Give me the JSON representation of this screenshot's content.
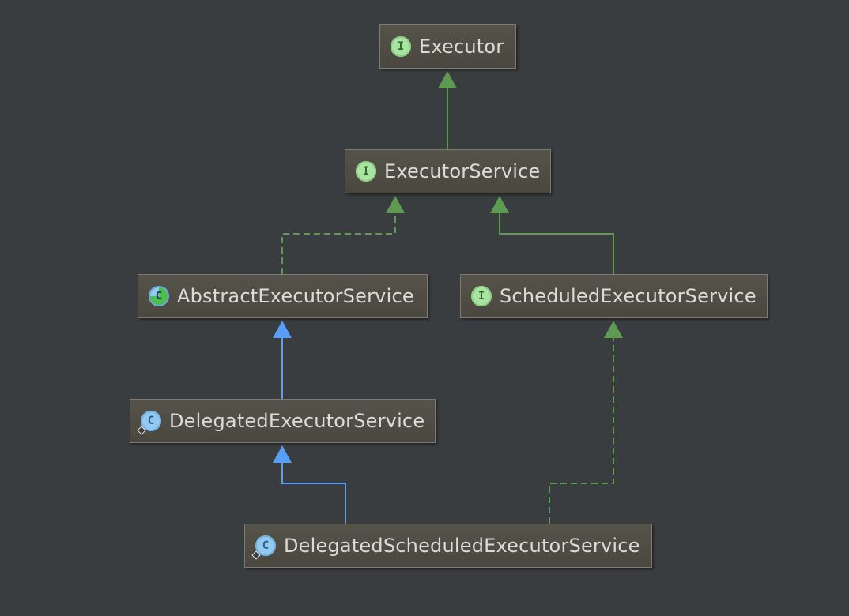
{
  "diagram": {
    "nodes": [
      {
        "id": "executor",
        "label": "Executor",
        "kind": "interface",
        "badge": "I",
        "package_private": false
      },
      {
        "id": "executor-service",
        "label": "ExecutorService",
        "kind": "interface",
        "badge": "I",
        "package_private": false
      },
      {
        "id": "abstract-executor-service",
        "label": "AbstractExecutorService",
        "kind": "abstract-class",
        "badge": "C",
        "package_private": false
      },
      {
        "id": "scheduled-executor-service",
        "label": "ScheduledExecutorService",
        "kind": "interface",
        "badge": "I",
        "package_private": false
      },
      {
        "id": "delegated-executor-service",
        "label": "DelegatedExecutorService",
        "kind": "class",
        "badge": "C",
        "package_private": true
      },
      {
        "id": "delegated-scheduled-executor-service",
        "label": "DelegatedScheduledExecutorService",
        "kind": "class",
        "badge": "C",
        "package_private": true
      }
    ],
    "edges": [
      {
        "from": "executor-service",
        "to": "executor",
        "type": "interface-extends"
      },
      {
        "from": "abstract-executor-service",
        "to": "executor-service",
        "type": "implements"
      },
      {
        "from": "scheduled-executor-service",
        "to": "executor-service",
        "type": "interface-extends"
      },
      {
        "from": "delegated-executor-service",
        "to": "abstract-executor-service",
        "type": "class-extends"
      },
      {
        "from": "delegated-scheduled-executor-service",
        "to": "delegated-executor-service",
        "type": "class-extends"
      },
      {
        "from": "delegated-scheduled-executor-service",
        "to": "scheduled-executor-service",
        "type": "implements"
      }
    ]
  },
  "colors": {
    "background": "#3a3d40",
    "interface_edge": "#5f9a52",
    "class_edge": "#589df6",
    "node_fill": "#4f4c44",
    "node_border": "#7d7a72",
    "node_text": "#dcdcd6"
  }
}
